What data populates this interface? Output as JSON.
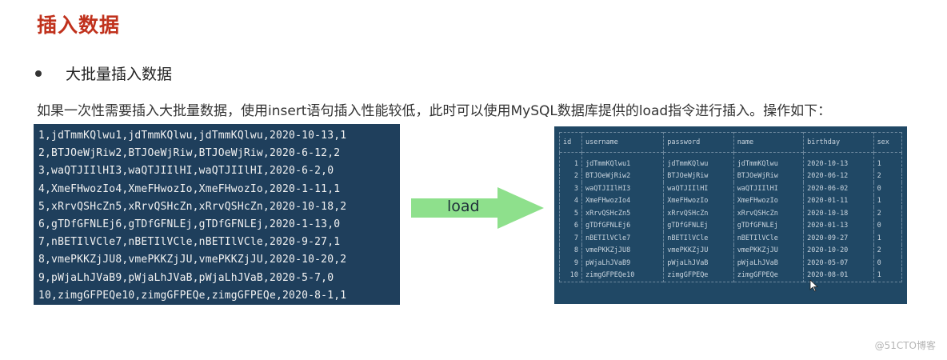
{
  "title": "插入数据",
  "bullet": "大批量插入数据",
  "description": "如果一次性需要插入大批量数据，使用insert语句插入性能较低，此时可以使用MySQL数据库提供的load指令进行插入。操作如下：",
  "data_file_lines": [
    "1,jdTmmKQlwu1,jdTmmKQlwu,jdTmmKQlwu,2020-10-13,1",
    "2,BTJOeWjRiw2,BTJOeWjRiw,BTJOeWjRiw,2020-6-12,2",
    "3,waQTJIIlHI3,waQTJIIlHI,waQTJIIlHI,2020-6-2,0",
    "4,XmeFHwozIo4,XmeFHwozIo,XmeFHwozIo,2020-1-11,1",
    "5,xRrvQSHcZn5,xRrvQSHcZn,xRrvQSHcZn,2020-10-18,2",
    "6,gTDfGFNLEj6,gTDfGFNLEj,gTDfGFNLEj,2020-1-13,0",
    "7,nBETIlVCle7,nBETIlVCle,nBETIlVCle,2020-9-27,1",
    "8,vmePKKZjJU8,vmePKKZjJU,vmePKKZjJU,2020-10-20,2",
    "9,pWjaLhJVaB9,pWjaLhJVaB,pWjaLhJVaB,2020-5-7,0",
    "10,zimgGFPEQe10,zimgGFPEQe,zimgGFPEQe,2020-8-1,1"
  ],
  "arrow_label": "load",
  "result_table": {
    "headers": [
      "id",
      "username",
      "password",
      "name",
      "birthday",
      "sex"
    ],
    "rows": [
      [
        "1",
        "jdTmmKQlwu1",
        "jdTmmKQlwu",
        "jdTmmKQlwu",
        "2020-10-13",
        "1"
      ],
      [
        "2",
        "BTJOeWjRiw2",
        "BTJOeWjRiw",
        "BTJOeWjRiw",
        "2020-06-12",
        "2"
      ],
      [
        "3",
        "waQTJIIlHI3",
        "waQTJIIlHI",
        "waQTJIIlHI",
        "2020-06-02",
        "0"
      ],
      [
        "4",
        "XmeFHwozIo4",
        "XmeFHwozIo",
        "XmeFHwozIo",
        "2020-01-11",
        "1"
      ],
      [
        "5",
        "xRrvQSHcZn5",
        "xRrvQSHcZn",
        "xRrvQSHcZn",
        "2020-10-18",
        "2"
      ],
      [
        "6",
        "gTDfGFNLEj6",
        "gTDfGFNLEj",
        "gTDfGFNLEj",
        "2020-01-13",
        "0"
      ],
      [
        "7",
        "nBETIlVCle7",
        "nBETIlVCle",
        "nBETIlVCle",
        "2020-09-27",
        "1"
      ],
      [
        "8",
        "vmePKKZjJU8",
        "vmePKKZjJU",
        "vmePKKZjJU",
        "2020-10-20",
        "2"
      ],
      [
        "9",
        "pWjaLhJVaB9",
        "pWjaLhJVaB",
        "pWjaLhJVaB",
        "2020-05-07",
        "0"
      ],
      [
        "10",
        "zimgGFPEQe10",
        "zimgGFPEQe",
        "zimgGFPEQe",
        "2020-08-01",
        "1"
      ]
    ]
  },
  "watermark": "@51CTO博客",
  "colors": {
    "title": "#c0311c",
    "data_panel": "#1f3f5c",
    "result_panel": "#204865",
    "arrow": "#8ee08c"
  },
  "icons": {
    "arrow": "right-arrow-icon",
    "cursor": "mouse-pointer-icon"
  }
}
